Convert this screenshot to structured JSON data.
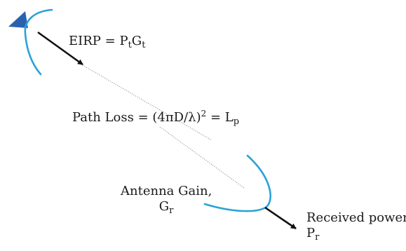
{
  "colors": {
    "dish": "#29a3d6",
    "satellite": "#2a62b0",
    "arrow": "#111111",
    "path": "#666666"
  },
  "labels": {
    "eirp": {
      "main": "EIRP = P",
      "sub1": "t",
      "mid": "G",
      "sub2": "t"
    },
    "path_loss": {
      "main": "Path Loss = (4πD/λ)",
      "sup": "2",
      "mid": " = L",
      "sub": "p"
    },
    "antenna_gain": {
      "line1": "Antenna Gain,",
      "line2_main": "G",
      "line2_sub": "r"
    },
    "received_power": {
      "line1": "Received power,",
      "line2_main": "P",
      "line2_sub": "r"
    }
  }
}
